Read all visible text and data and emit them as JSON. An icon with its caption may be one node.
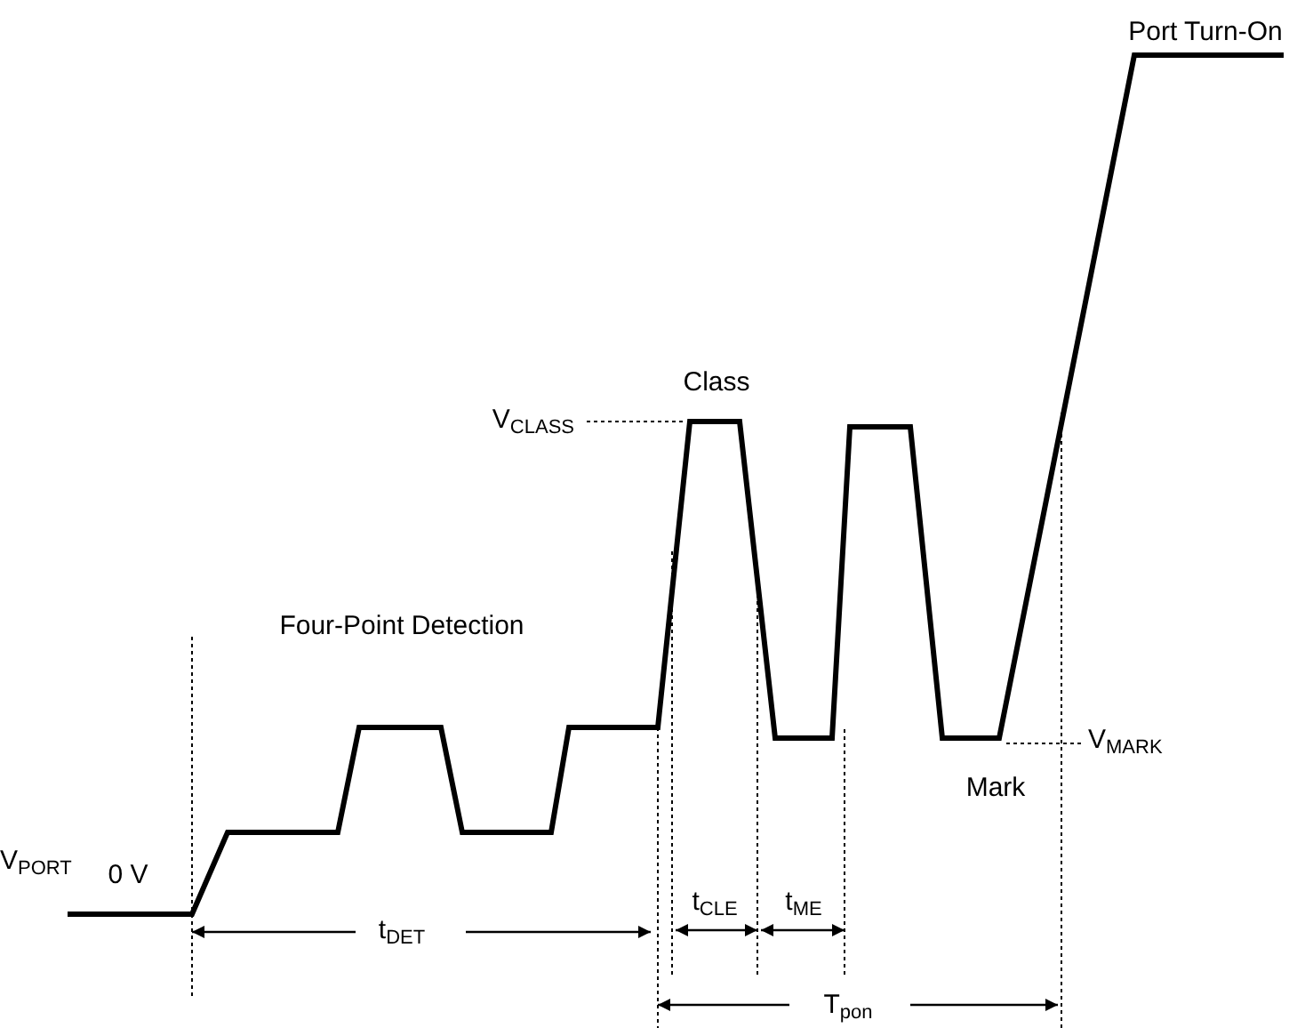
{
  "diagram": {
    "labels": [
      "Port Turn-On",
      "V$_{CLASS}$",
      "Class",
      "Four-Point Detection",
      "V$_{MARK}$",
      "Mark",
      "V$_{PORT}$",
      "0 V",
      "t$_{DET}$",
      "t$_{CLE}$",
      "t$_{ME}$",
      "T$_{pon}$"
    ]
  }
}
